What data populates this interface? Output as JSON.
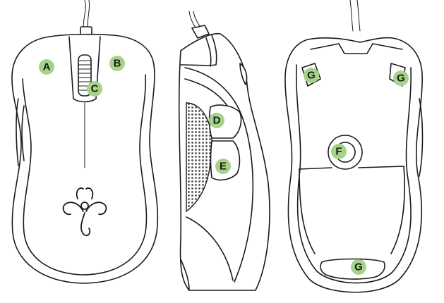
{
  "callout_color": "#a6d28a",
  "line_color": "#1a1a1a",
  "views": [
    {
      "name": "top-view",
      "callouts": [
        "A",
        "B",
        "C"
      ]
    },
    {
      "name": "side-view",
      "callouts": [
        "D",
        "E"
      ]
    },
    {
      "name": "bottom-view",
      "callouts": [
        "G",
        "G",
        "F",
        "G"
      ]
    }
  ],
  "callouts": {
    "a": "A",
    "b": "B",
    "c": "C",
    "d": "D",
    "e": "E",
    "f": "F",
    "g1": "G",
    "g2": "G",
    "g3": "G"
  }
}
